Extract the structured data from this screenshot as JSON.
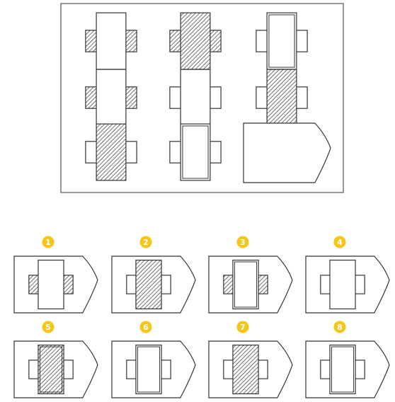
{
  "puzzle": {
    "matrix_cells": [
      {
        "horizontal": "hatch",
        "vertical": "plain",
        "vertical_inner_border": false
      },
      {
        "horizontal": "hatch",
        "vertical": "hatch",
        "vertical_inner_border": false
      },
      {
        "horizontal": "plain",
        "vertical": "plain",
        "vertical_inner_border": true
      },
      {
        "horizontal": "hatch",
        "vertical": "plain",
        "vertical_inner_border": false
      },
      {
        "horizontal": "plain",
        "vertical": "plain",
        "vertical_inner_border": false
      },
      {
        "horizontal": "plain",
        "vertical": "hatch",
        "vertical_inner_border": false
      },
      {
        "horizontal": "plain",
        "vertical": "hatch",
        "vertical_inner_border": false
      },
      {
        "horizontal": "plain",
        "vertical": "plain",
        "vertical_inner_border": true
      },
      {
        "missing": true
      }
    ],
    "options": [
      {
        "label": "1",
        "horizontal": "hatch",
        "vertical": "plain",
        "vertical_inner_border": false
      },
      {
        "label": "2",
        "horizontal": "plain",
        "vertical": "hatch",
        "vertical_inner_border": false
      },
      {
        "label": "3",
        "horizontal": "hatch",
        "vertical": "plain",
        "vertical_inner_border": true
      },
      {
        "label": "4",
        "horizontal": "plain",
        "vertical": "plain",
        "vertical_inner_border": false
      },
      {
        "label": "5",
        "horizontal": "plain",
        "vertical": "hatch",
        "vertical_inner_border": true
      },
      {
        "label": "6",
        "horizontal": "plain",
        "vertical": "plain",
        "vertical_inner_border": true
      },
      {
        "label": "7",
        "horizontal": "plain",
        "vertical": "hatch",
        "vertical_inner_border": false
      },
      {
        "label": "8",
        "horizontal": "plain",
        "vertical": "plain",
        "vertical_inner_border": true
      }
    ]
  },
  "colors": {
    "line": "#333333",
    "badge": "#f5c518"
  }
}
